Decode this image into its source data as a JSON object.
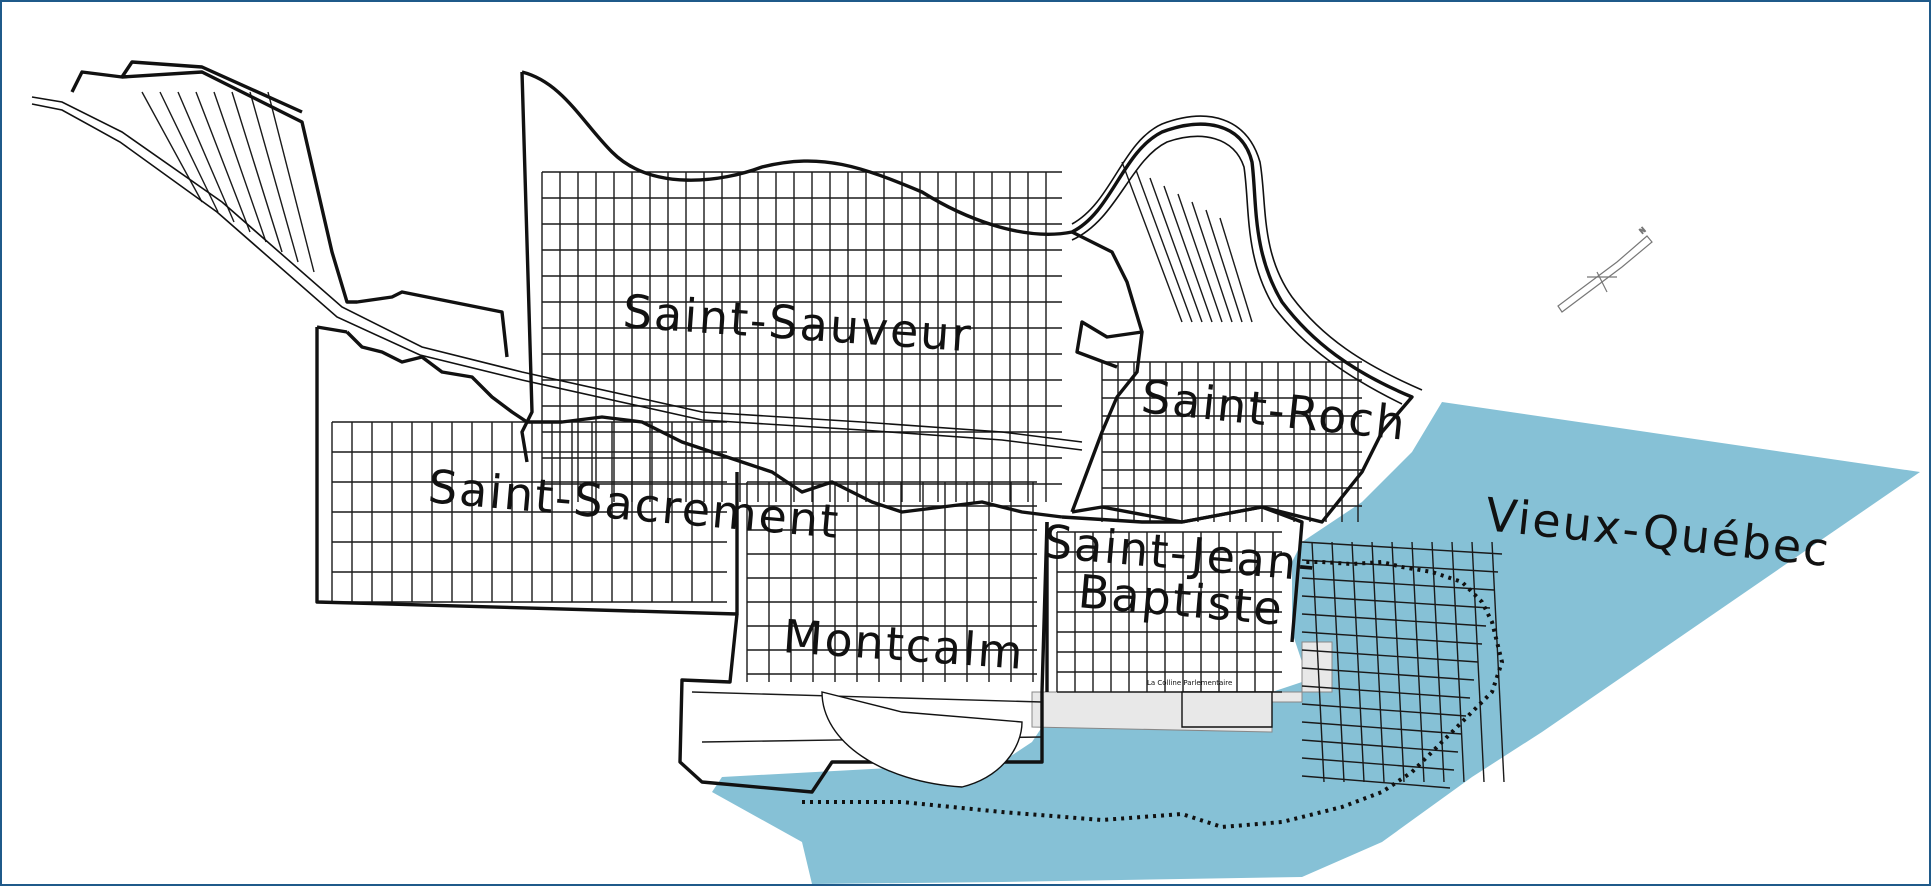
{
  "map": {
    "districts": [
      {
        "id": "saint-sauveur",
        "label": "Saint-Sauveur"
      },
      {
        "id": "saint-roch",
        "label": "Saint-Roch"
      },
      {
        "id": "saint-sacrement",
        "label": "Saint-Sacrement"
      },
      {
        "id": "saint-jean-baptiste",
        "label": "Saint-Jean-",
        "label_line2": "Baptiste"
      },
      {
        "id": "montcalm",
        "label": "Montcalm"
      },
      {
        "id": "vieux-quebec",
        "label": "Vieux-Québec"
      }
    ],
    "landmarks": [
      {
        "id": "colline-parlementaire",
        "label": "La Colline Parlementaire"
      }
    ],
    "colors": {
      "highlight_area": "#86c1d6",
      "boundary": "#111111",
      "street": "#1a1a1a",
      "frame": "#1f5a8a",
      "grey_block": "#e8e8e8"
    },
    "north_arrow_label": "N"
  }
}
